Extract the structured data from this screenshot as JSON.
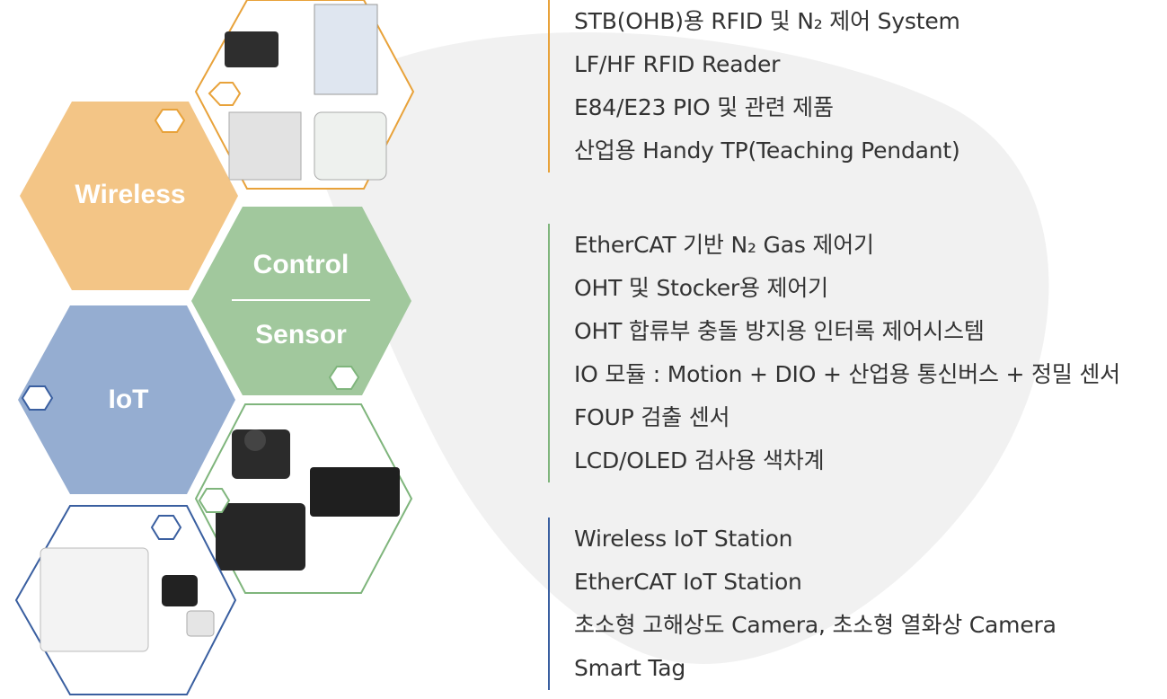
{
  "categories": {
    "wireless": "Wireless",
    "control": "Control",
    "sensor": "Sensor",
    "iot": "IoT"
  },
  "lists": {
    "wireless": [
      "STB(OHB)용 RFID 및 N₂ 제어 System",
      "LF/HF RFID Reader",
      "E84/E23 PIO 및 관련 제품",
      "산업용 Handy TP(Teaching Pendant)"
    ],
    "control_sensor": [
      "EtherCAT 기반 N₂ Gas 제어기",
      "OHT 및 Stocker용 제어기",
      "OHT 합류부 충돌 방지용 인터록 제어시스템",
      "IO 모듈 : Motion + DIO + 산업용 통신버스 + 정밀 센서",
      "FOUP 검출 센서",
      "LCD/OLED 검사용 색차계"
    ],
    "iot": [
      "Wireless IoT Station",
      "EtherCAT IoT Station",
      "초소형 고해상도 Camera, 초소형 열화상 Camera",
      "Smart Tag"
    ]
  },
  "colors": {
    "wireless": "#f2c27f",
    "control": "#9cc598",
    "iot": "#8fa9cf",
    "orange_line": "#e8a23a",
    "green_line": "#7fb57c",
    "blue_line": "#3a5fa0",
    "text": "#333333"
  }
}
